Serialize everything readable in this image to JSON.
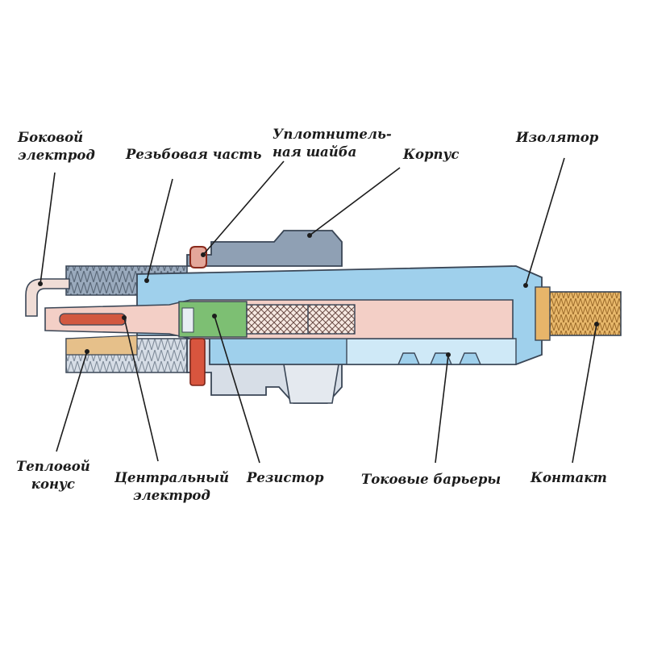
{
  "labels": {
    "side_electrode": {
      "line1": "Боковой",
      "line2": "электрод"
    },
    "thread": "Резьбовая часть",
    "seal_washer": {
      "line1": "Уплотнитель-",
      "line2": "ная шайба"
    },
    "body": "Корпус",
    "insulator": "Изолятор",
    "heat_cone": {
      "line1": "Тепловой",
      "line2": "конус"
    },
    "center_electrode": {
      "line1": "Центральный",
      "line2": "электрод"
    },
    "resistor": "Резистор",
    "current_barriers": "Токовые барьеры",
    "contact": "Контакт"
  },
  "colors": {
    "metal_body": "#8fa0b4",
    "metal_light": "#c9d3de",
    "insulator": "#9fd0ec",
    "insulator_light": "#cfe9f7",
    "core_pink": "#f3cfc6",
    "resistor_green": "#7dbf73",
    "contact_gold": "#e7b56a",
    "washer_red": "#d8553e",
    "electrode_red": "#d2583f",
    "outline": "#3a4656"
  }
}
